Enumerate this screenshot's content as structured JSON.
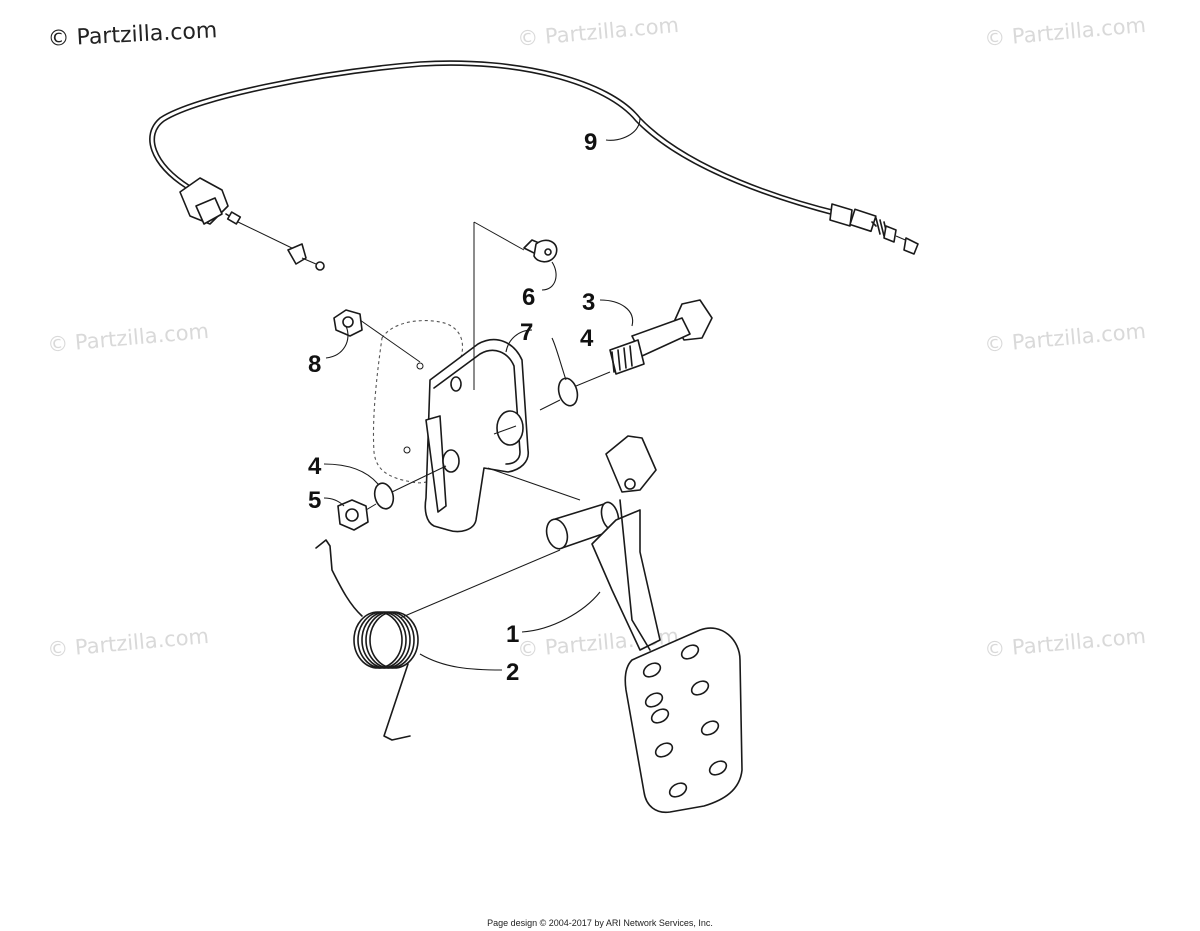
{
  "watermark": {
    "main": "© Partzilla.com",
    "faint": "© Partzilla.com"
  },
  "callouts": {
    "c1": "1",
    "c2": "2",
    "c3": "3",
    "c4a": "4",
    "c4b": "4",
    "c5": "5",
    "c6": "6",
    "c7": "7",
    "c8": "8",
    "c9": "9"
  },
  "footer": {
    "text": "Page design © 2004-2017 by ARI Network Services, Inc."
  }
}
